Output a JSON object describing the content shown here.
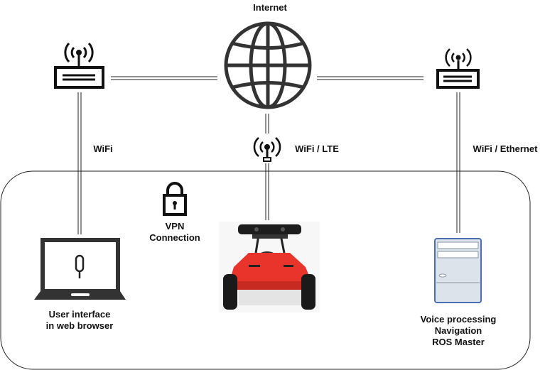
{
  "diagram": {
    "internet_label": "Internet",
    "links": {
      "left_label": "WiFi",
      "center_label": "WiFi / LTE",
      "right_label": "WiFi / Ethernet"
    },
    "vpn": {
      "line1": "VPN",
      "line2": "Connection"
    },
    "laptop": {
      "line1": "User interface",
      "line2": "in web browser"
    },
    "server": {
      "line1": "Voice processing",
      "line2": "Navigation",
      "line3": "ROS Master"
    }
  },
  "colors": {
    "line": "#222222",
    "robot_body": "#e8342a",
    "server_fill": "#dde3ea",
    "server_stroke": "#4a6fb3"
  }
}
